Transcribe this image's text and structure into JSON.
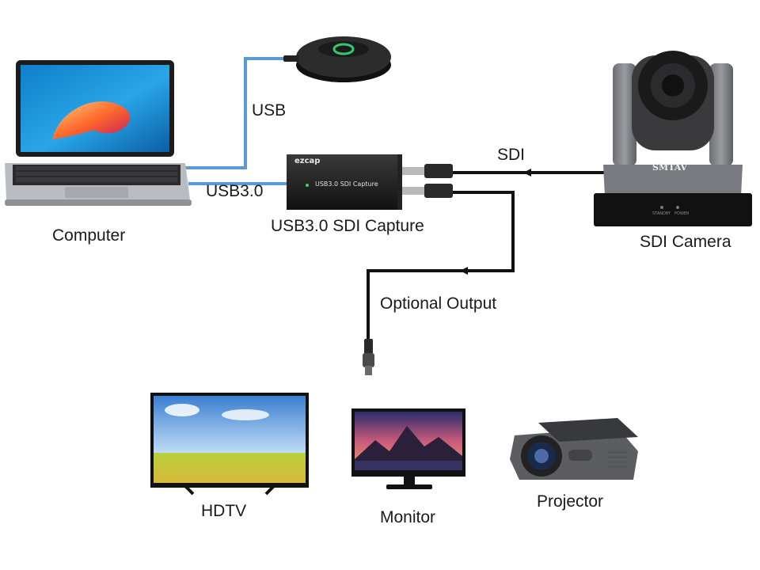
{
  "labels": {
    "usb": "USB",
    "usb30": "USB3.0",
    "computer": "Computer",
    "capture": "USB3.0 SDI Capture",
    "sdi": "SDI",
    "camera": "SDI Camera",
    "optional_output": "Optional Output",
    "hdtv": "HDTV",
    "monitor": "Monitor",
    "projector": "Projector"
  },
  "capture_device": {
    "brand": "ezcap",
    "model": "USB3.0 SDI Capture"
  },
  "camera_device": {
    "brand": "SMTAV",
    "indicator_standby": "STANDBY",
    "indicator_power": "POWER"
  },
  "colors": {
    "usb_cable": "#5b9bd5",
    "sdi_cable": "#111111",
    "speaker_ring": "#2ecc71"
  }
}
